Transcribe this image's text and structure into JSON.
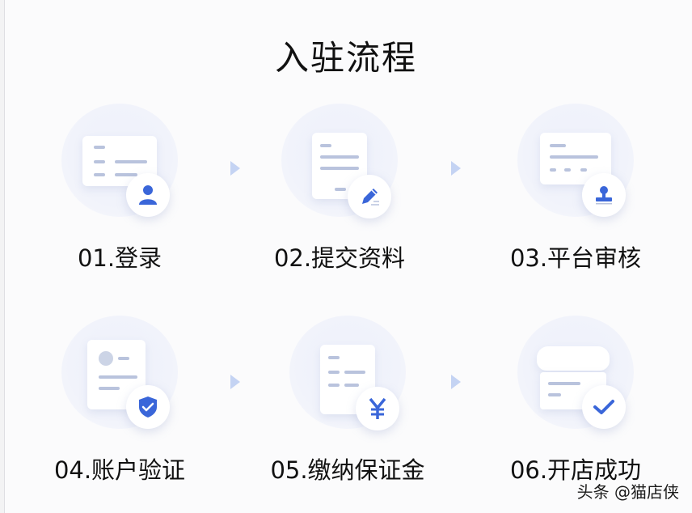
{
  "title": "入驻流程",
  "accent_color": "#3a66d9",
  "arrow_color": "#c4d3f3",
  "steps": [
    {
      "number": "01",
      "label": "01.登录",
      "icon": "user-icon"
    },
    {
      "number": "02",
      "label": "02.提交资料",
      "icon": "pencil-icon"
    },
    {
      "number": "03",
      "label": "03.平台审核",
      "icon": "stamp-icon"
    },
    {
      "number": "04",
      "label": "04.账户验证",
      "icon": "shield-check-icon"
    },
    {
      "number": "05",
      "label": "05.缴纳保证金",
      "icon": "yen-icon"
    },
    {
      "number": "06",
      "label": "06.开店成功",
      "icon": "checkmark-icon"
    }
  ],
  "watermark": "头条 @猫店侠"
}
